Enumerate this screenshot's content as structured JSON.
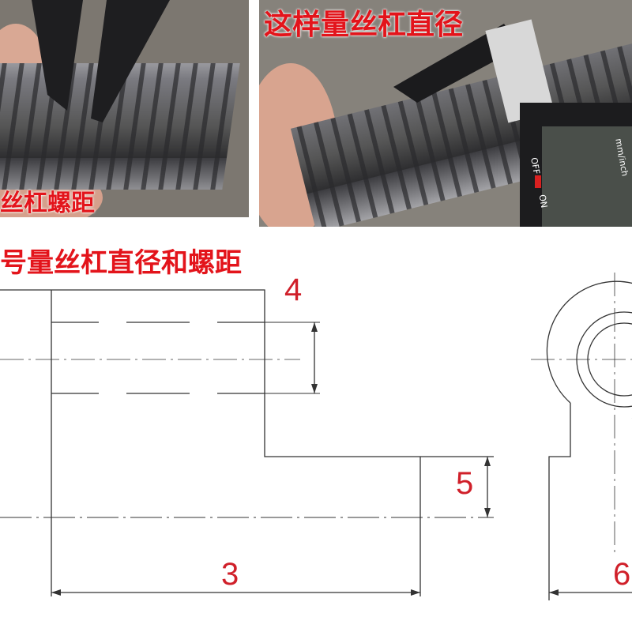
{
  "photos": {
    "left_caption": "丝杠螺距",
    "right_caption": "这样量丝杠直径",
    "caliper_off_label": "OFF",
    "caliper_on_label": "ON",
    "caliper_unit_label": "mm/inch"
  },
  "drawing": {
    "title": "号量丝杠直径和螺距",
    "dimensions": [
      "4",
      "5",
      "3",
      "6"
    ]
  },
  "colors": {
    "caption_red": "#e3141b",
    "dimension_red": "#d0202a"
  }
}
